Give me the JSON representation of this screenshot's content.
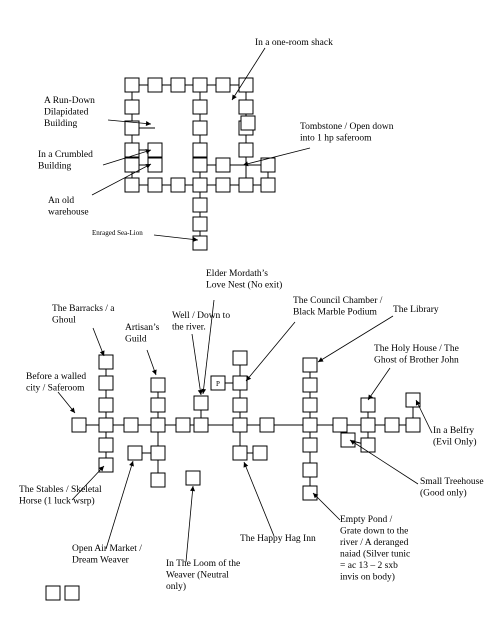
{
  "labels": {
    "one_room_shack": [
      "In a one-room shack"
    ],
    "rundown": [
      "A Run-Down",
      "Dilapidated",
      "Building"
    ],
    "tombstone": [
      "Tombstone / Open down",
      "into 1 hp saferoom"
    ],
    "crumbled": [
      "In a Crumbled",
      "Building"
    ],
    "warehouse": [
      "An old",
      "warehouse"
    ],
    "sealion": [
      "Enraged Sea-Lion"
    ],
    "elder": [
      "Elder Mordath’s",
      "Love Nest (No exit)"
    ],
    "council": [
      "The Council Chamber /",
      "Black Marble Podium"
    ],
    "barracks": [
      "The Barracks / a",
      "Ghoul"
    ],
    "artisan": [
      "Artisan’s",
      "Guild"
    ],
    "well": [
      "Well / Down to",
      "the river."
    ],
    "library": [
      "The Library"
    ],
    "holy": [
      "The Holy House / The",
      "Ghost of Brother John"
    ],
    "walled": [
      "Before a walled",
      "city / Saferoom"
    ],
    "belfry": [
      "In a Belfry",
      "(Evil Only)"
    ],
    "stables": [
      "The Stables / Skeletal",
      "Horse (1 luck wsrp)"
    ],
    "treehouse": [
      "Small Treehouse",
      "(Good only)"
    ],
    "market": [
      "Open Air Market /",
      "Dream Weaver"
    ],
    "happyhag": [
      "The Happy Hag Inn"
    ],
    "loom": [
      "In The Loom of the",
      "Weaver (Neutral",
      "only)"
    ],
    "pond": [
      "Empty Pond /",
      "Grate down to the",
      "river / A deranged",
      "naiad (Silver tunic",
      "= ac 13 – 2 sxb",
      "invis on body)"
    ]
  },
  "room_marks": {
    "council_podium": "P"
  }
}
